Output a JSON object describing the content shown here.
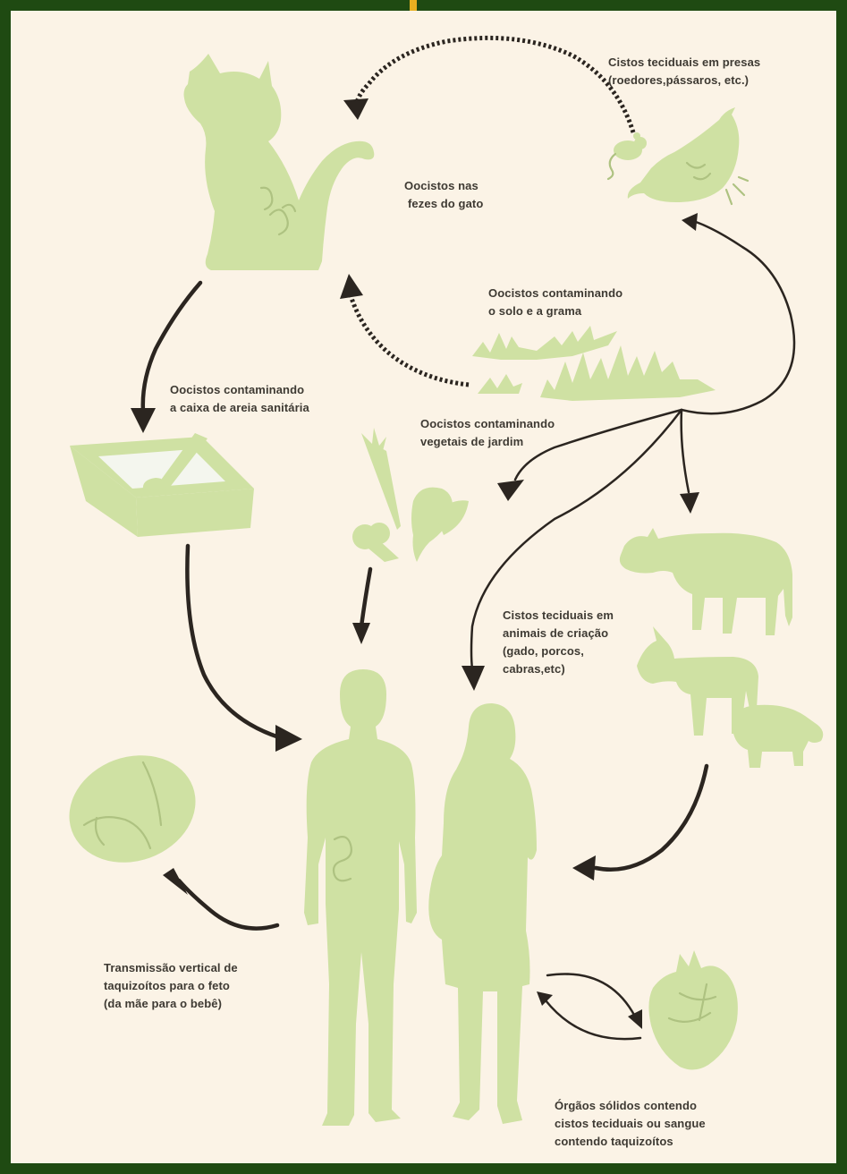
{
  "colors": {
    "frame": "#1f4a12",
    "accent": "#e8b020",
    "background": "#fbf3e6",
    "silhouette": "#cfe1a3",
    "arrow": "#2b2520",
    "text": "#3e3a33"
  },
  "labels": {
    "prey_cysts": [
      "Cistos teciduais em presas",
      "(roedores,pássaros, etc.)"
    ],
    "cat_feces": [
      "Oocistos nas",
      "fezes do gato"
    ],
    "soil_grass": [
      "Oocistos contaminando",
      "o solo e a grama"
    ],
    "litter_box": [
      "Oocistos contaminando",
      "a caixa de areia sanitária"
    ],
    "garden_vegetables": [
      "Oocistos contaminando",
      "vegetais de jardim"
    ],
    "livestock_cysts": [
      "Cistos teciduais em",
      "animais de criação",
      "(gado, porcos,",
      "cabras,etc)"
    ],
    "vertical_transmission": [
      "Transmissão vertical de",
      "taquizoítos para o feto",
      "(da mãe para o bebê)"
    ],
    "solid_organs": [
      "Órgãos sólidos contendo",
      "cistos teciduais ou sangue",
      "contendo taquizoítos"
    ]
  },
  "icons": [
    "cat-icon",
    "mouse-icon",
    "bird-icon",
    "grass-icon",
    "litter-box-icon",
    "carrot-icon",
    "broccoli-icon",
    "spinach-icon",
    "cow-icon",
    "goat-icon",
    "pig-icon",
    "man-icon",
    "pregnant-woman-icon",
    "fetus-icon",
    "heart-icon"
  ]
}
